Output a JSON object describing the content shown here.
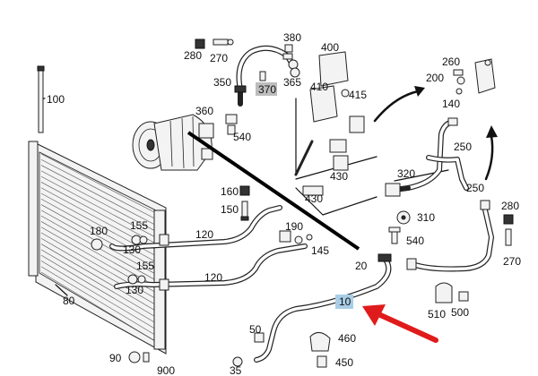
{
  "colors": {
    "highlight": "#a9cde6",
    "pointer_arrow": "#e01b1b",
    "ink": "#111111"
  },
  "labels": {
    "p10": "10",
    "p20": "20",
    "p35": "35",
    "p50": "50",
    "p80": "80",
    "p90": "90",
    "p100": "100",
    "p120a": "120",
    "p120b": "120",
    "p130a": "130",
    "p130b": "130",
    "p140": "140",
    "p145": "145",
    "p150": "150",
    "p155a": "155",
    "p155b": "155",
    "p160": "160",
    "p180": "180",
    "p190": "190",
    "p200": "200",
    "p250a": "250",
    "p250b": "250",
    "p260": "260",
    "p270a": "270",
    "p270b": "270",
    "p280a": "280",
    "p280b": "280",
    "p310": "310",
    "p320": "320",
    "p350": "350",
    "p360": "360",
    "p365": "365",
    "p370": "370",
    "p380": "380",
    "p400": "400",
    "p410": "410",
    "p415": "415",
    "p430a": "430",
    "p430b": "430",
    "p450": "450",
    "p460": "460",
    "p500": "500",
    "p510": "510",
    "p540a": "540",
    "p540b": "540",
    "p900": "900"
  },
  "icons": {
    "pointer": "arrow-icon"
  }
}
